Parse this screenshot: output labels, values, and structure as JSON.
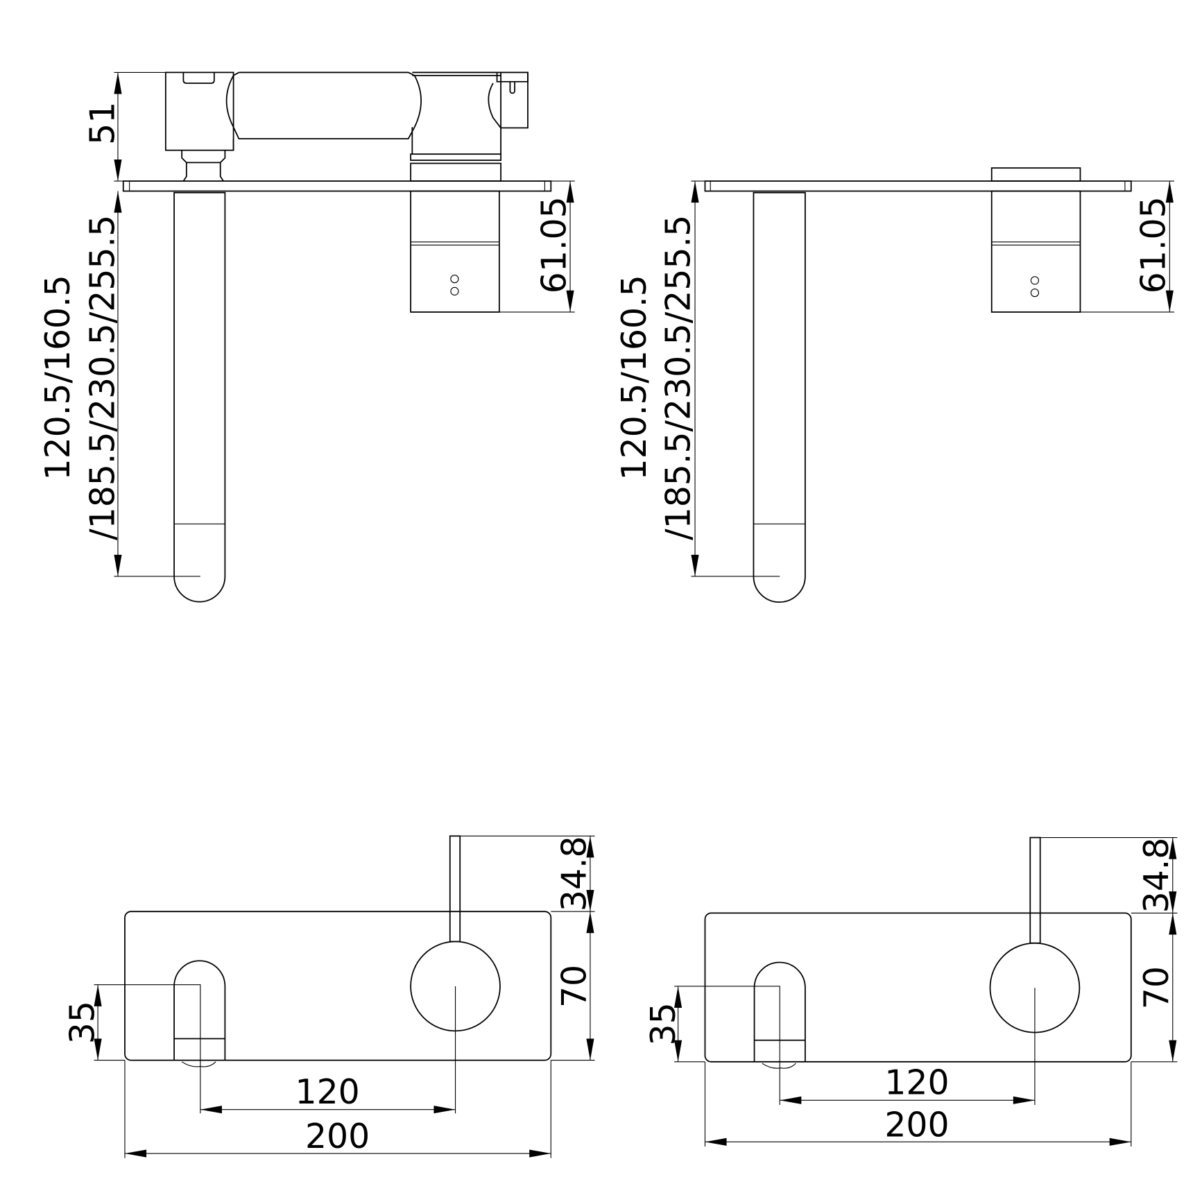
{
  "drawing": {
    "line_color": "#000000",
    "background": "#ffffff",
    "side_view_left": {
      "dim_spout_height": "51",
      "dim_spout_length_line1": "120.5/160.5",
      "dim_spout_length_line2": "/185.5/230.5/255.5",
      "dim_handle_depth": "61.05"
    },
    "side_view_right": {
      "dim_spout_length_line1": "120.5/160.5",
      "dim_spout_length_line2": "/185.5/230.5/255.5",
      "dim_handle_depth": "61.05"
    },
    "front_view_left": {
      "dim_lever": "34.8",
      "dim_plate_height": "70",
      "dim_spout_offset": "35",
      "dim_centres": "120",
      "dim_plate_width": "200"
    },
    "front_view_right": {
      "dim_lever": "34.8",
      "dim_plate_height": "70",
      "dim_spout_offset": "35",
      "dim_centres": "120",
      "dim_plate_width": "200"
    }
  }
}
